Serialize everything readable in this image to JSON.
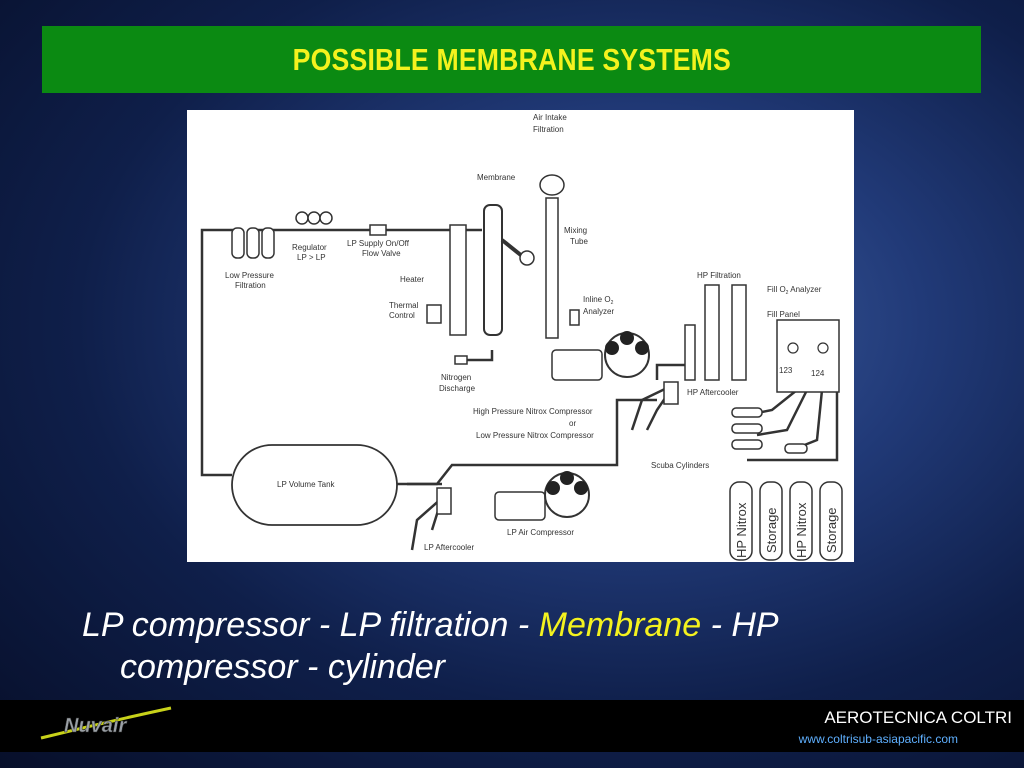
{
  "slide": {
    "title": "POSSIBLE MEMBRANE SYSTEMS",
    "caption_part1": "LP compressor - LP filtration - ",
    "caption_highlight": "Membrane",
    "caption_part2": " - HP",
    "caption_line2": "compressor - cylinder"
  },
  "diagram": {
    "labels": {
      "air_intake_1": "Air Intake",
      "air_intake_2": "Filtration",
      "membrane": "Membrane",
      "mixing_1": "Mixing",
      "mixing_2": "Tube",
      "regulator_1": "Regulator",
      "regulator_2": "LP > LP",
      "lp_supply_1": "LP Supply On/Off",
      "lp_supply_2": "Flow Valve",
      "heater": "Heater",
      "thermal_1": "Thermal",
      "thermal_2": "Control",
      "lp_filtration_1": "Low Pressure",
      "lp_filtration_2": "Filtration",
      "inline_o2_1": "Inline O",
      "inline_o2_sub": "2",
      "inline_o2_2": "Analyzer",
      "hp_filtration": "HP Filtration",
      "fill_o2_a": "Fill O",
      "fill_o2_sub": "2",
      "fill_o2_b": " Analyzer",
      "fill_panel": "Fill Panel",
      "port_123": "123",
      "port_124": "124",
      "nitrogen_1": "Nitrogen",
      "nitrogen_2": "Discharge",
      "hp_comp_1": "High Pressure Nitrox Compressor",
      "hp_comp_2": "or",
      "hp_comp_3": "Low Pressure Nitrox Compressor",
      "hp_aftercooler": "HP Aftercooler",
      "scuba": "Scuba Cylinders",
      "lp_tank": "LP Volume Tank",
      "lp_air_comp": "LP Air Compressor",
      "lp_aftercooler": "LP Aftercooler",
      "cyl1": "HP Nitrox",
      "cyl2": "Storage",
      "cyl3": "HP Nitrox",
      "cyl4": "Storage"
    }
  },
  "footer": {
    "logo_text": "Nuvair",
    "company": "AEROTECNICA COLTRI",
    "url": "www.coltrisub-asiapacific.com"
  },
  "colors": {
    "title_bg": "#0b8a12",
    "title_text": "#f4f21e",
    "highlight": "#f4f21e",
    "url": "#5fb0ff"
  }
}
